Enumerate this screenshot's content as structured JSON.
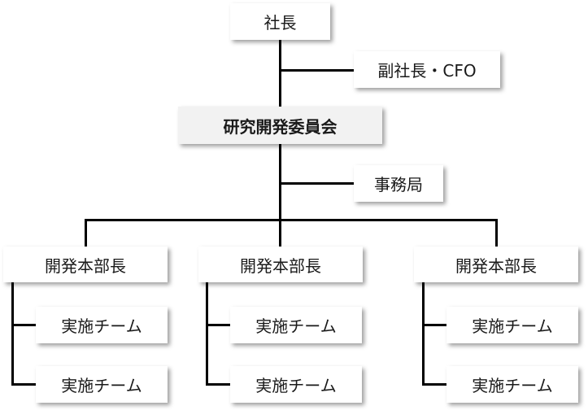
{
  "org": {
    "president": "社長",
    "vice_president": "副社長・CFO",
    "committee": "研究開発委員会",
    "secretariat": "事務局",
    "divisions": [
      {
        "head": "開発本部長",
        "teams": [
          "実施チーム",
          "実施チーム"
        ]
      },
      {
        "head": "開発本部長",
        "teams": [
          "実施チーム",
          "実施チーム"
        ]
      },
      {
        "head": "開発本部長",
        "teams": [
          "実施チーム",
          "実施チーム"
        ]
      }
    ]
  }
}
